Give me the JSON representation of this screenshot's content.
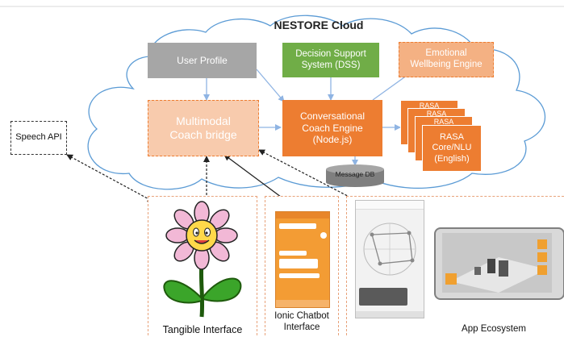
{
  "cloud": {
    "title": "NESTORE Cloud"
  },
  "nodes": {
    "user_profile": "User Profile",
    "dss": "Decision Support System (DSS)",
    "emotional": "Emotional Wellbeing Engine",
    "coach_bridge": "Multimodal Coach bridge",
    "coach_engine": "Conversational Coach Engine (Node.js)",
    "rasa_back_label": "RASA",
    "rasa_front": "RASA Core/NLU (English)",
    "message_db": "Message DB",
    "speech_api": "Speech API"
  },
  "interfaces": {
    "tangible": "Tangible Interface",
    "chatbot": "Ionic Chatbot Interface",
    "app": "App Ecosystem"
  },
  "colors": {
    "gray": "#a6a6a6",
    "green": "#70ad47",
    "orange": "#ed7d31",
    "peach": "#f4b183",
    "light_peach": "#f8cbad",
    "cloud_stroke": "#5b9bd5",
    "arrow_blue": "#8fb4e3"
  }
}
